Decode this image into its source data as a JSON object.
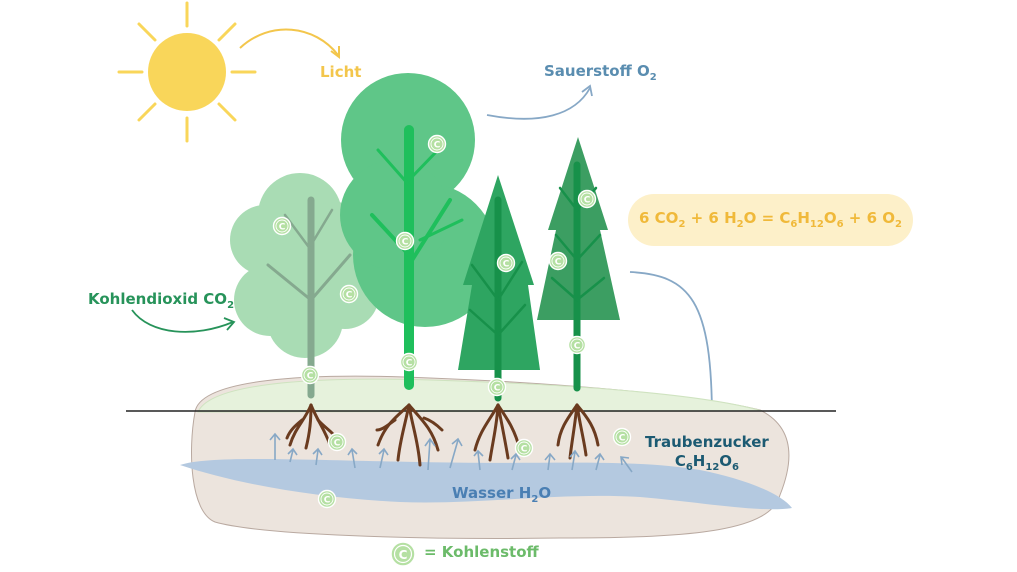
{
  "labels": {
    "light": "Licht",
    "oxygen": "Sauerstoff",
    "oxygen_formula": "O",
    "oxygen_sub": "2",
    "co2": "Kohlendioxid CO",
    "co2_sub": "2",
    "sugar": "Traubenzucker",
    "sugar_formula": {
      "c": "C",
      "c_sub": "6",
      "h": "H",
      "h_sub": "12",
      "o": "O",
      "o_sub": "6"
    },
    "water": "Wasser H",
    "water_sub": "2",
    "water_tail": "O",
    "legend_symbol": "C",
    "legend_text": "= Kohlenstoff"
  },
  "equation": {
    "p1": "6 CO",
    "s1": "2",
    "p2": " + 6 H",
    "s2": "2",
    "p3": "O = C",
    "s3": "6",
    "p4": "H",
    "s4": "12",
    "p5": "O",
    "s5": "6",
    "p6": " + 6 O",
    "s6": "2"
  },
  "carbon_symbol": "C",
  "colors": {
    "sun": "#f9d65a",
    "light_label": "#f3c64c",
    "oxygen_label": "#5a8db0",
    "co2_label": "#27935a",
    "sugar_label": "#1c5a72",
    "water_label": "#4a7fb3",
    "legend_label": "#6cbb6a",
    "equation_text": "#f0b93a",
    "equation_bg": "#fdf0c9",
    "soil": "#ece4dd",
    "water": "#b4c9e0",
    "ground_line": "#222222",
    "grass": "#e6f2dc",
    "tree_light": "#a9dcb4",
    "tree_mid": "#5fc688",
    "tree_dark": "#2ea561",
    "tree_darker": "#3c9e62",
    "trunk_light": "#85a98f",
    "trunk_green": "#1fbf5c",
    "trunk_dark": "#17914a",
    "roots": "#6a3b1f",
    "arrow": "#87a8c6",
    "carbon_circle": "#b5e0a3"
  }
}
